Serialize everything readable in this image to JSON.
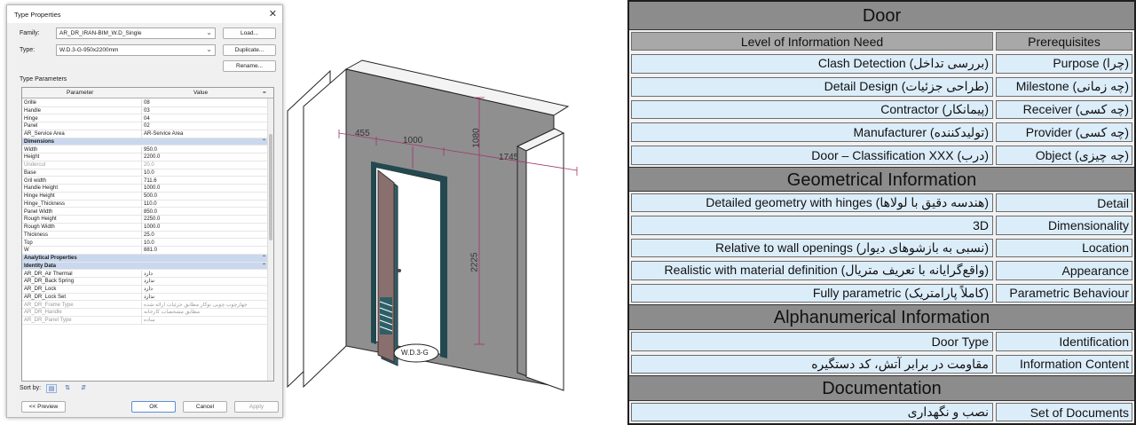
{
  "dialog": {
    "title": "Type Properties",
    "close": "✕",
    "family_label": "Family:",
    "family_value": "AR_DR_IRAN-BIM_W.D_Single",
    "type_label": "Type:",
    "type_value": "W.D.3-G-950x2200mm",
    "load_button": "Load...",
    "duplicate_button": "Duplicate...",
    "rename_button": "Rename...",
    "type_parameters_label": "Type Parameters",
    "col_parameter": "Parameter",
    "col_value": "Value",
    "col_eq": "=",
    "rows": [
      {
        "name": "Grille",
        "value": "08",
        "kind": "row"
      },
      {
        "name": "Handle",
        "value": "03",
        "kind": "row"
      },
      {
        "name": "Hinge",
        "value": "04",
        "kind": "row"
      },
      {
        "name": "Panel",
        "value": "02",
        "kind": "row"
      },
      {
        "name": "AR_Service Area",
        "value": "AR-Service Area",
        "kind": "row"
      },
      {
        "name": "Dimensions",
        "value": "",
        "kind": "group"
      },
      {
        "name": "Width",
        "value": "950.0",
        "kind": "row"
      },
      {
        "name": "Height",
        "value": "2200.0",
        "kind": "row"
      },
      {
        "name": "Undercut",
        "value": "20.0",
        "kind": "grey"
      },
      {
        "name": "Base",
        "value": "10.0",
        "kind": "row"
      },
      {
        "name": "Gril width",
        "value": "711.6",
        "kind": "row"
      },
      {
        "name": "Handle Height",
        "value": "1000.0",
        "kind": "row"
      },
      {
        "name": "Hinge Height",
        "value": "500.0",
        "kind": "row"
      },
      {
        "name": "Hinge_Thickness",
        "value": "110.0",
        "kind": "row"
      },
      {
        "name": "Panel Width",
        "value": "850.0",
        "kind": "row"
      },
      {
        "name": "Rough Height",
        "value": "2250.0",
        "kind": "row"
      },
      {
        "name": "Rough Width",
        "value": "1000.0",
        "kind": "row"
      },
      {
        "name": "Thickness",
        "value": "25.0",
        "kind": "row"
      },
      {
        "name": "Top",
        "value": "10.0",
        "kind": "row"
      },
      {
        "name": "W",
        "value": "881.0",
        "kind": "row"
      },
      {
        "name": "Analytical Properties",
        "value": "",
        "kind": "group"
      },
      {
        "name": "Identity Data",
        "value": "",
        "kind": "group"
      },
      {
        "name": "AR_DR_Air Thermal",
        "value": "دارد",
        "kind": "row"
      },
      {
        "name": "AR_DR_Back Spring",
        "value": "ندارد",
        "kind": "row"
      },
      {
        "name": "AR_DR_Lock",
        "value": "دارد",
        "kind": "row"
      },
      {
        "name": "AR_DR_Lock Set",
        "value": "ندارد",
        "kind": "row"
      },
      {
        "name": "AR_DR_Frame Type",
        "value": "چهارچوب چوبی توکار مطابق جزئیات ارائه شده",
        "kind": "grey"
      },
      {
        "name": "AR_DR_Handle",
        "value": "مطابق مشخصات کارخانه",
        "kind": "grey"
      },
      {
        "name": "AR_DR_Panel Type",
        "value": "ساده",
        "kind": "grey"
      }
    ],
    "sort_label": "Sort by:",
    "preview_button": "<< Preview",
    "ok_button": "OK",
    "cancel_button": "Cancel",
    "apply_button": "Apply"
  },
  "model": {
    "dim_left": "455",
    "dim_mid": "1000",
    "dim_top": "1080",
    "dim_right": "1745",
    "dim_height": "2225",
    "tag": "W.D.3-G",
    "colors": {
      "wall": "#8f8f8f",
      "frame": "#23494f",
      "panel": "#8a6f6f"
    }
  },
  "loin": {
    "title": "Door",
    "header_left": "Level of Information Need",
    "header_right": "Prerequisites",
    "prereq": [
      {
        "value": "Clash Detection (بررسی تداخل)",
        "label": "Purpose (چرا)"
      },
      {
        "value": "Detail Design (طراحی جزئیات)",
        "label": "Milestone (چه زمانی)"
      },
      {
        "value": "Contractor (پیمانکار)",
        "label": "Receiver (چه کسی)"
      },
      {
        "value": "Manufacturer (تولیدکننده)",
        "label": "Provider (چه کسی)"
      },
      {
        "value": "Door – Classification XXX (درب)",
        "label": "Object (چه چیزی)"
      }
    ],
    "geo_title": "Geometrical Information",
    "geo": [
      {
        "value": "Detailed geometry with hinges (هندسه دقیق با لولاها)",
        "label": "Detail"
      },
      {
        "value": "3D",
        "label": "Dimensionality"
      },
      {
        "value": "Relative to wall openings (نسبی به بازشوهای دیوار)",
        "label": "Location"
      },
      {
        "value": "Realistic with material definition (واقع‌گرایانه با تعریف متریال)",
        "label": "Appearance"
      },
      {
        "value": "Fully parametric (کاملاً پارامتریک)",
        "label": "Parametric Behaviour"
      }
    ],
    "alpha_title": "Alphanumerical Information",
    "alpha": [
      {
        "value": "Door Type",
        "label": "Identification"
      },
      {
        "value": "مقاومت در برابر آتش، کد دستگیره",
        "label": "Information Content"
      }
    ],
    "doc_title": "Documentation",
    "doc": [
      {
        "value": "نصب و نگهداری",
        "label": "Set of Documents"
      }
    ],
    "colors": {
      "section": "#8c8c8c",
      "cell": "#dcedfa",
      "header": "#a8a8a8"
    }
  }
}
